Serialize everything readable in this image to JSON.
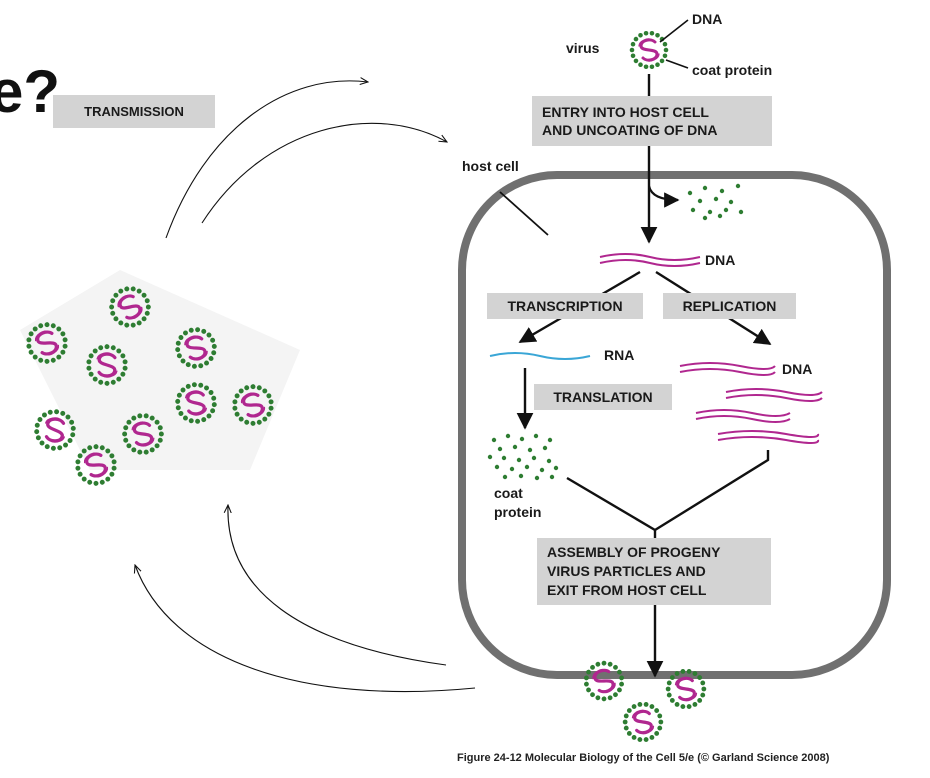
{
  "heading": {
    "text": "e?"
  },
  "transmission_label": "TRANSMISSION",
  "diagram": {
    "virus_label": "virus",
    "dna_top_label": "DNA",
    "coat_protein_top_label": "coat protein",
    "entry_box": [
      "ENTRY INTO HOST CELL",
      "AND UNCOATING OF DNA"
    ],
    "host_cell_label": "host cell",
    "dna_label": "DNA",
    "transcription_label": "TRANSCRIPTION",
    "replication_label": "REPLICATION",
    "rna_label": "RNA",
    "dna_replicated_label": "DNA",
    "translation_label": "TRANSLATION",
    "coat_protein_label": [
      "coat",
      "protein"
    ],
    "assembly_box": [
      "ASSEMBLY OF PROGENY",
      "VIRUS PARTICLES AND",
      "EXIT FROM HOST CELL"
    ]
  },
  "caption": "Figure 24-12  Molecular Biology of the Cell 5/e (© Garland Science 2008)",
  "colors": {
    "cell_membrane": "#707070",
    "label_box": "#d3d3d3",
    "dna": "#b0278f",
    "rna": "#3aa6d6",
    "coat_protein": "#2e7d32"
  }
}
